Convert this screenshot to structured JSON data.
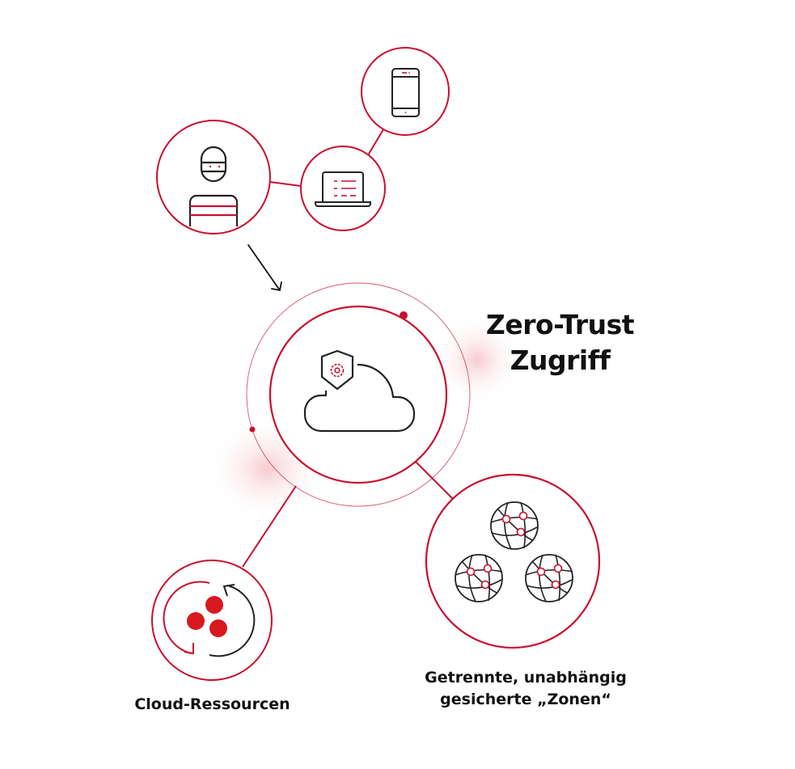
{
  "title": {
    "line1": "Zero-Trust",
    "line2": "Zugriff"
  },
  "nodes": {
    "user": {
      "icon": "masked-user-icon"
    },
    "laptop": {
      "icon": "laptop-icon"
    },
    "phone": {
      "icon": "smartphone-icon"
    },
    "center": {
      "icon": "cloud-shield-gear-icon"
    },
    "zones": {
      "icon": "globe-network-icon",
      "label_line1": "Getrennte, unabhängig",
      "label_line2": "gesicherte „Zonen“"
    },
    "cloud_resources": {
      "icon": "cloud-resources-cycle-icon",
      "label": "Cloud-Ressourcen"
    }
  },
  "colors": {
    "accent": "#c8102e",
    "stroke": "#222222",
    "glow": "#f6c9cc"
  }
}
